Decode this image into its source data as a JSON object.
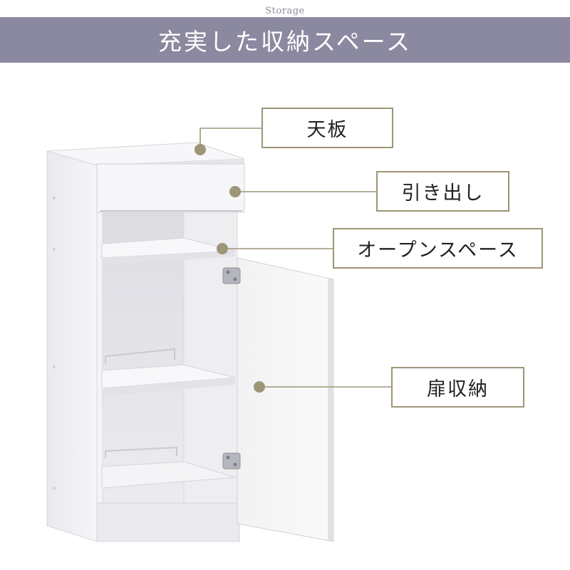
{
  "header": {
    "eyebrow": "Storage",
    "title": "充実した収納スペース"
  },
  "colors": {
    "banner": "#8a89a0",
    "accent": "#9d9578",
    "cabinet": "#f3f3f5",
    "cabinet_shade": "#e4e4e8"
  },
  "callouts": [
    {
      "label": "天板"
    },
    {
      "label": "引き出し"
    },
    {
      "label": "オープンスペース"
    },
    {
      "label": "扉収納"
    }
  ]
}
